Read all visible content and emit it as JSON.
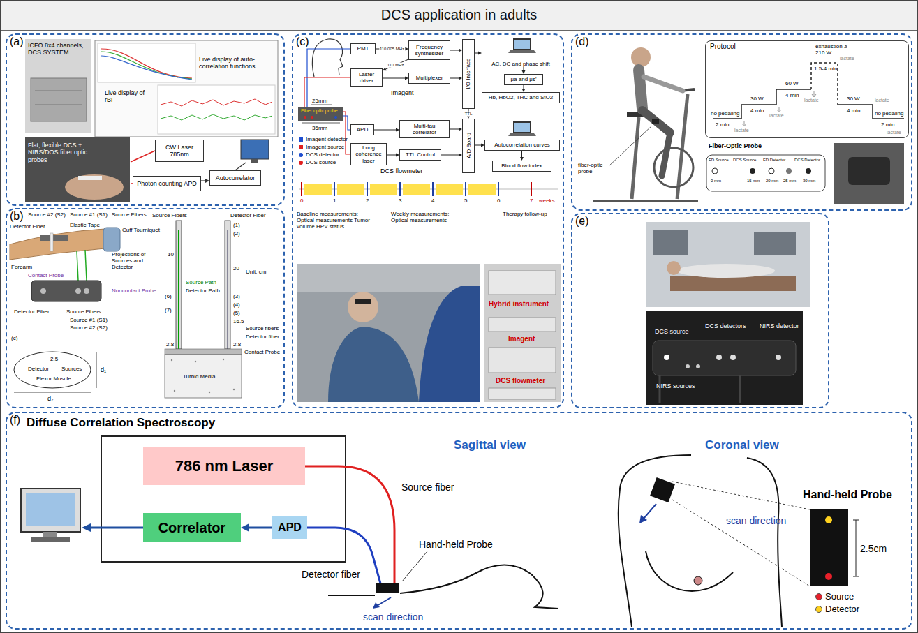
{
  "diagram": {
    "title": "DCS application in adults",
    "nodes": [
      {
        "text": [
          "(a)"
        ]
      },
      {
        "text": [
          "CW Laser 785nm"
        ],
        "in": 0
      },
      {
        "text": [
          "Photon counting APD"
        ],
        "in": 0
      },
      {
        "text": [
          "Autocorrelator"
        ],
        "in": 0
      },
      {
        "text": [
          "(b)"
        ]
      },
      {
        "text": [
          "(c)"
        ]
      },
      {
        "text": [
          "PMT"
        ],
        "in": 5
      },
      {
        "text": [
          "Frequency synthesizer"
        ],
        "in": 5
      },
      {
        "text": [
          "Laster driver"
        ],
        "in": 5
      },
      {
        "text": [
          "Multiplexer"
        ],
        "in": 5
      },
      {
        "text": [
          "I/O Interface"
        ],
        "in": 5
      },
      {
        "text": [
          "AC, DC and phase shift"
        ],
        "in": 5
      },
      {
        "text": [
          "μa and μs'"
        ],
        "in": 5
      },
      {
        "text": [
          "Hb, HbO2, THC and StO2"
        ],
        "in": 5
      },
      {
        "text": [
          "APD"
        ],
        "in": 5
      },
      {
        "text": [
          "Multi-tau correlator"
        ],
        "in": 5
      },
      {
        "text": [
          "Long coherence laser"
        ],
        "in": 5
      },
      {
        "text": [
          "TTL Control"
        ],
        "in": 5
      },
      {
        "text": [
          "A/D Board"
        ],
        "in": 5
      },
      {
        "text": [
          "Autocorrelation curves"
        ],
        "in": 5
      },
      {
        "text": [
          "Blood flow index"
        ],
        "in": 5
      },
      {
        "text": [
          "(d)"
        ]
      },
      {
        "text": [
          "Protocol"
        ],
        "in": 21
      },
      {
        "text": [
          "(e)"
        ]
      },
      {
        "text": [
          "(f)"
        ]
      },
      {
        "text": [
          "786 nm Laser"
        ],
        "in": 24
      },
      {
        "text": [
          "Correlator"
        ],
        "in": 24
      },
      {
        "text": [
          "APD"
        ],
        "in": 24
      }
    ],
    "edges": [
      {
        "from": 2,
        "to": 3,
        "arrow": "to"
      },
      {
        "from": 6,
        "to": 7,
        "label": "110.005 MHz",
        "arrow": "to"
      },
      {
        "from": 7,
        "to": 8,
        "label": "110 MHz",
        "arrow": "to"
      },
      {
        "from": 8,
        "to": 9,
        "arrow": "to"
      },
      {
        "from": 9,
        "to": 10,
        "arrow": "to"
      },
      {
        "from": 7,
        "to": 10,
        "arrow": "to"
      },
      {
        "from": 10,
        "to": 11,
        "arrow": "to"
      },
      {
        "from": 11,
        "to": 12,
        "arrow": "to"
      },
      {
        "from": 12,
        "to": 13,
        "arrow": "to"
      },
      {
        "from": 14,
        "to": 15,
        "arrow": "to"
      },
      {
        "from": 15,
        "to": 18,
        "arrow": "to"
      },
      {
        "from": 16,
        "to": 17,
        "arrow": "to"
      },
      {
        "from": 17,
        "to": 18,
        "arrow": "to"
      },
      {
        "from": 10,
        "to": 18,
        "label": "TTL",
        "arrow": "to"
      },
      {
        "from": 18,
        "to": 19,
        "arrow": "to"
      },
      {
        "from": 19,
        "to": 20,
        "arrow": "to"
      },
      {
        "from": 27,
        "to": 26,
        "arrow": "to"
      }
    ],
    "labels": [
      "ICFO 8x4 channels, DCS SYSTEM",
      "Live display of auto-correlation functions",
      "Live display of rBF",
      "Flat, flexible DCS + NIRS/DOS fiber optic probes",
      "Source #2 (S2)",
      "Source #1 (S1)",
      "Detector Fiber",
      "Source Fibers",
      "Elastic Tape",
      "Cuff Tourniquet",
      "Forearm",
      "Contact Probe",
      "Projections of Sources and Detector",
      "Noncontact Probe",
      "Detector Fiber",
      "Source Fibers",
      "Source #1 (S1)",
      "Source #2 (S2)",
      "(c)",
      "Detector",
      "2.5",
      "Sources",
      "Flexor Muscle",
      "d₁",
      "d₂",
      "Source Fibers",
      "Detector Fiber",
      "(1)",
      "(2)",
      "10",
      "20",
      "(3)",
      "(4)",
      "(5)",
      "(6)",
      "(7)",
      "Unit: cm",
      "Source Path",
      "Detector Path",
      "16.5",
      "Source fibers",
      "Detector fiber",
      "2.8",
      "2.8",
      "Contact Probe",
      "Turbid Media",
      "25mm",
      "Fiber optic probe",
      "35mm",
      "Imagent",
      "DCS flowmeter",
      "0",
      "1",
      "2",
      "3",
      "4",
      "5",
      "6",
      "7",
      "weeks",
      "Baseline measurements: Optical measurements Tumor volume HPV status",
      "Weekly measurements: Optical measurements",
      "Therapy follow-up",
      "Hybrid instrument",
      "Imagent",
      "DCS flowmeter",
      "fiber-optic probe",
      "no pedaling",
      "2 min",
      "lactate",
      "30 W",
      "4 min",
      "lactate",
      "60 W",
      "4 min",
      "lactate",
      "exhaustion ≥ 210 W",
      "1.5-4 min",
      "lactate",
      "30 W",
      "4 min",
      "lactate",
      "no pedaling",
      "2 min",
      "lactate",
      "Fiber-Optic Probe",
      "FD Source",
      "DCS Source",
      "FD Detector",
      "DCS Detector",
      "0 mm",
      "15 mm",
      "20 mm",
      "25 mm",
      "30 mm",
      "DCS source",
      "DCS detectors",
      "NIRS detector",
      "NIRS sources",
      "Diffuse Correlation Spectroscopy",
      "Source fiber",
      "Detector fiber",
      "Hand-held Probe",
      "scan direction",
      "Sagittal view",
      "Coronal view",
      "scan direction",
      "Hand-held Probe",
      "2.5cm"
    ],
    "legend": [
      {
        "text": "Imagent detector"
      },
      {
        "text": "Imagent source"
      },
      {
        "text": "DCS detector"
      },
      {
        "text": "DCS source"
      },
      {
        "text": "Source",
        "color": "#e8202a"
      },
      {
        "text": "Detector",
        "color": "#ffd21f"
      }
    ]
  }
}
